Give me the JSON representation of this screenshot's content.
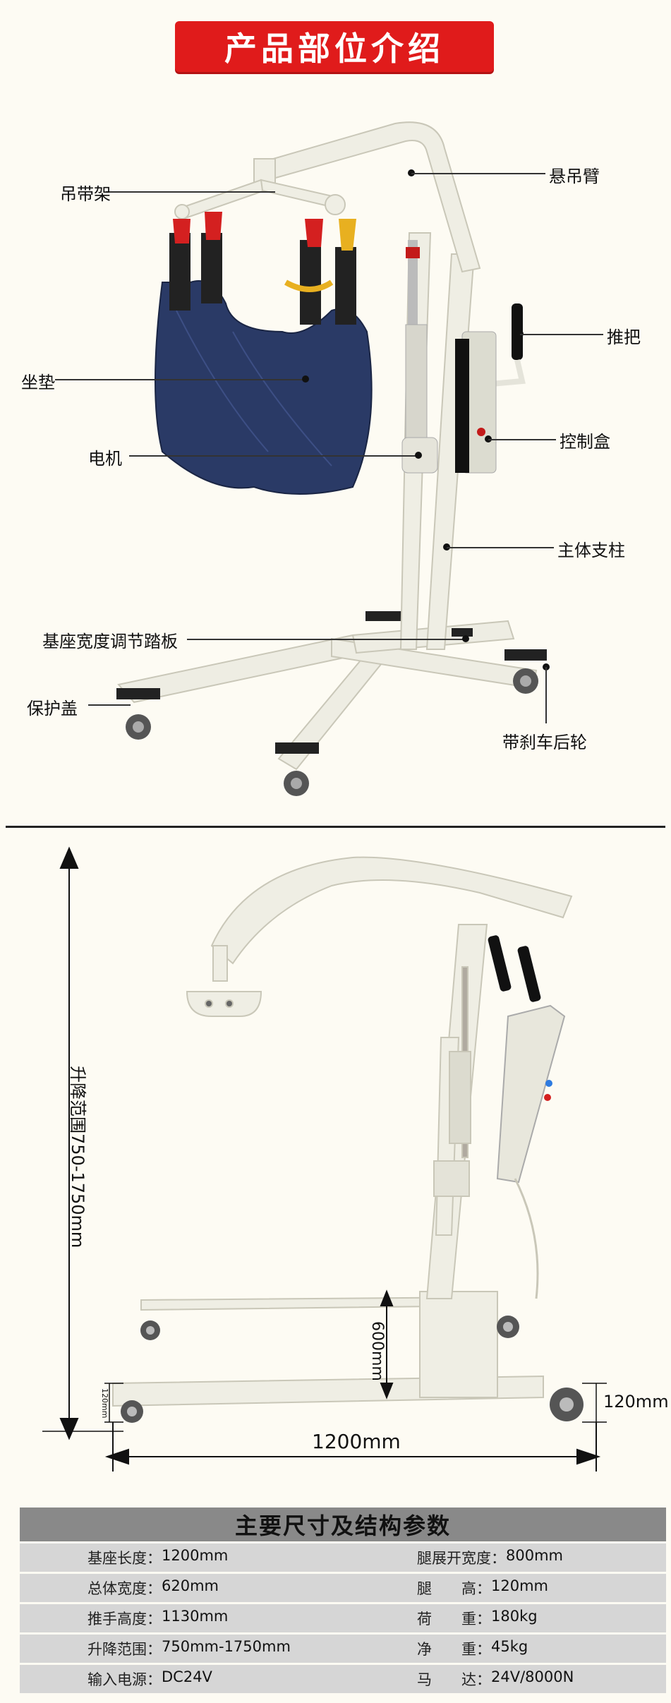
{
  "header": {
    "title": "产品部位介绍"
  },
  "callouts": {
    "sling_bar": "吊带架",
    "boom_arm": "悬吊臂",
    "seat_pad": "坐垫",
    "push_handle": "推把",
    "control_box": "控制盒",
    "motor": "电机",
    "main_column": "主体支柱",
    "base_pedal": "基座宽度调节踏板",
    "protective_cover": "保护盖",
    "rear_brake_wheel": "带刹车后轮"
  },
  "dimensions": {
    "lift_range": "升降范围750-1750mm",
    "base_length": "1200mm",
    "base_height": "600mm",
    "leg_height_left": "120mm",
    "leg_height_right": "120mm"
  },
  "spec_table": {
    "title": "主要尺寸及结构参数",
    "rows": [
      {
        "left_key": "基座长度：",
        "left_val": "1200mm",
        "right_key": "腿展开宽度：",
        "right_val": "800mm"
      },
      {
        "left_key": "总体宽度：",
        "left_val": "620mm",
        "right_key": "腿　　高：",
        "right_val": "120mm"
      },
      {
        "left_key": "推手高度：",
        "left_val": "1130mm",
        "right_key": "荷　　重：",
        "right_val": "180kg"
      },
      {
        "left_key": "升降范围：",
        "left_val": "750mm-1750mm",
        "right_key": "净　　重：",
        "right_val": "45kg"
      },
      {
        "left_key": "输入电源：",
        "left_val": "DC24V",
        "right_key": "马　　达：",
        "right_val": "24V/8000N"
      }
    ]
  },
  "colors": {
    "banner": "#e01b1b",
    "background": "#fdfbf3",
    "frame": "#ecebe0",
    "sling": "#2a3a66",
    "strap_red": "#d42020",
    "strap_yellow": "#e8b020",
    "table_header": "#898989",
    "table_row": "#d6d6d6"
  }
}
